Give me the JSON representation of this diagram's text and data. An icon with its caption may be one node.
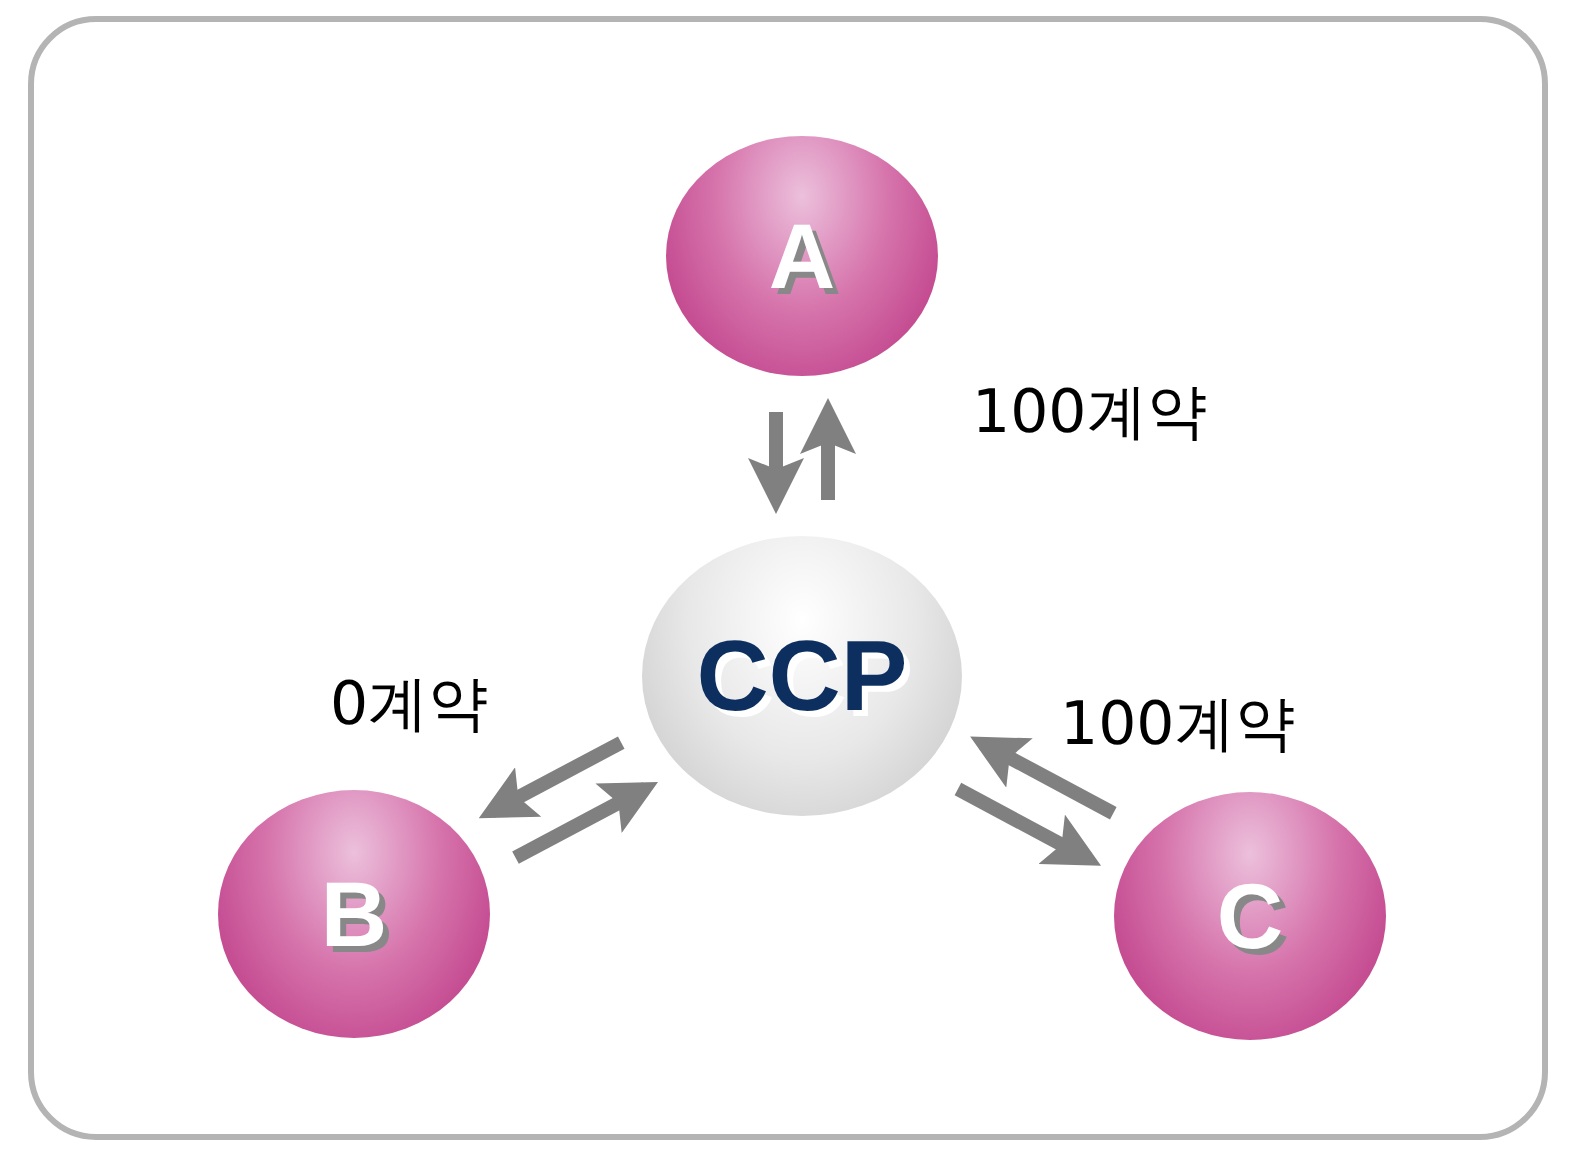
{
  "diagram": {
    "nodes": [
      {
        "text": [
          "A"
        ]
      },
      {
        "text": [
          "CCP"
        ]
      },
      {
        "text": [
          "B"
        ]
      },
      {
        "text": [
          "C"
        ]
      }
    ],
    "edges": [
      {
        "from": 1,
        "to": 0,
        "arrow": "to"
      },
      {
        "from": 0,
        "to": 1,
        "arrow": "to"
      },
      {
        "from": 1,
        "to": 2,
        "arrow": "to"
      },
      {
        "from": 2,
        "to": 1,
        "arrow": "to"
      },
      {
        "from": 1,
        "to": 3,
        "arrow": "to"
      },
      {
        "from": 3,
        "to": 1,
        "arrow": "to"
      }
    ],
    "labels": [
      "100계약",
      "0계약",
      "100계약"
    ]
  }
}
